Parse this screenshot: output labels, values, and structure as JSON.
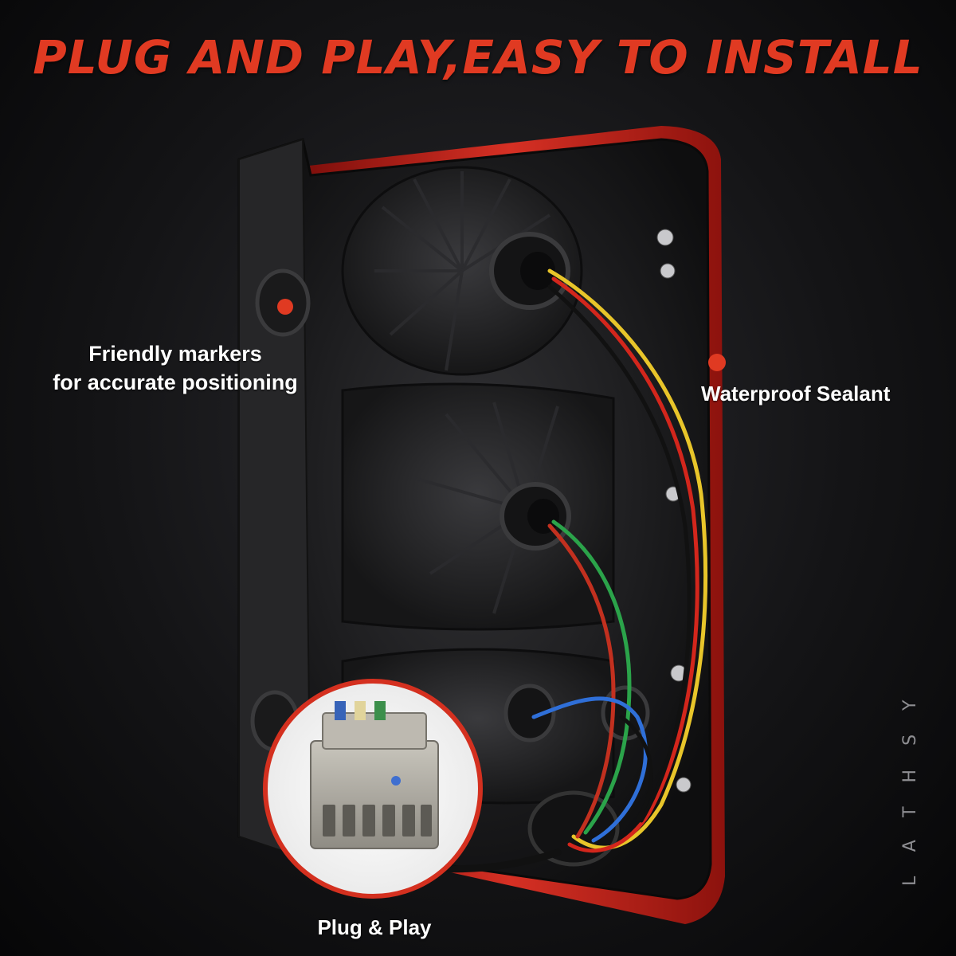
{
  "headline": "PLUG AND PLAY,EASY TO INSTALL",
  "callouts": {
    "markers_line1": "Friendly markers",
    "markers_line2": "for accurate positioning",
    "sealant": "Waterproof Sealant",
    "plug": "Plug & Play"
  },
  "watermark": "LATHSY",
  "colors": {
    "headline": "#e03a22",
    "accent_dot": "#e03a22",
    "lens_red": "#c8281e",
    "housing": "#1c1c1e"
  }
}
